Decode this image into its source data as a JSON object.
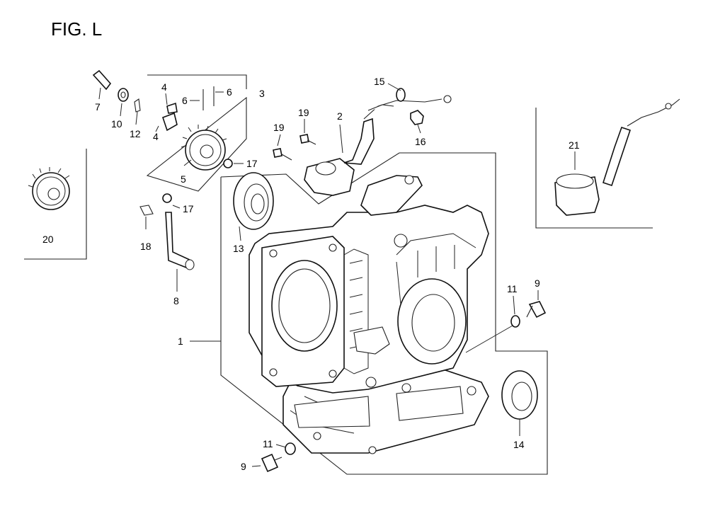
{
  "figure": {
    "title": "FIG. L"
  },
  "callouts": {
    "c1": "1",
    "c2": "2",
    "c3": "3",
    "c4a": "4",
    "c4b": "4",
    "c5": "5",
    "c6a": "6",
    "c6b": "6",
    "c7": "7",
    "c8": "8",
    "c9a": "9",
    "c9b": "9",
    "c10": "10",
    "c11a": "11",
    "c11b": "11",
    "c12": "12",
    "c13": "13",
    "c14": "14",
    "c15": "15",
    "c16": "16",
    "c17a": "17",
    "c17b": "17",
    "c18": "18",
    "c19a": "19",
    "c19b": "19",
    "c20": "20",
    "c21": "21"
  }
}
